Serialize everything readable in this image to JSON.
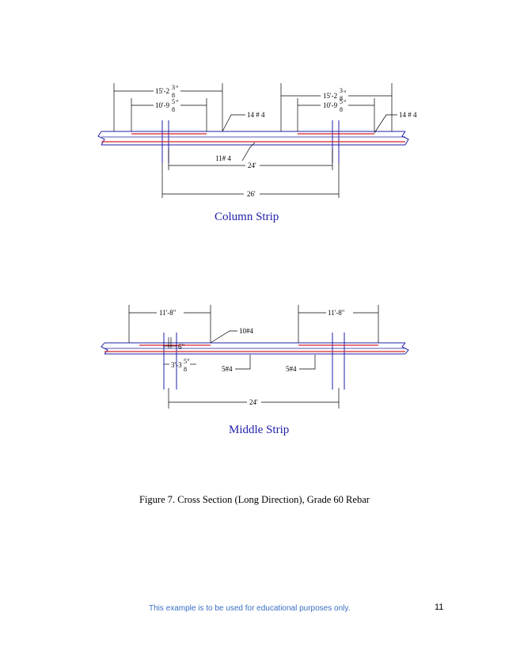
{
  "column_strip": {
    "title": "Column Strip",
    "dim_15_2_left": "15'-2",
    "dim_10_9_left": "10'-9",
    "dim_15_2_right": "15'-2",
    "dim_10_9_right": "10'-9",
    "frac_3": "3",
    "frac_5": "5",
    "frac_8": "8",
    "inch": "\"",
    "top_bars_mid": "14 # 4",
    "top_bars_right": "14 # 4",
    "bottom_bars": "11# 4",
    "dim_24": "24'",
    "dim_26": "26'"
  },
  "middle_strip": {
    "title": "Middle Strip",
    "dim_11_8_left": "11'-8\"",
    "dim_11_8_right": "11'-8\"",
    "top_bars": "10#4",
    "dim_6": "6\"",
    "dim_3_3": "3'-3",
    "frac_5": "5",
    "frac_8": "8",
    "inch": "\"",
    "bottom_bars_left": "5#4",
    "bottom_bars_right": "5#4",
    "dim_24": "24'"
  },
  "figure": {
    "caption": "Figure 7. Cross Section (Long Direction), Grade 60 Rebar"
  },
  "footer": {
    "note": "This example is to be used for educational purposes only.",
    "page_number": "11"
  },
  "colors": {
    "slab": "#1f1fa8",
    "rebar": "#d4202a",
    "dimension": "#000000",
    "title": "#1f1fa8",
    "footer_note": "#3a6fc4"
  }
}
